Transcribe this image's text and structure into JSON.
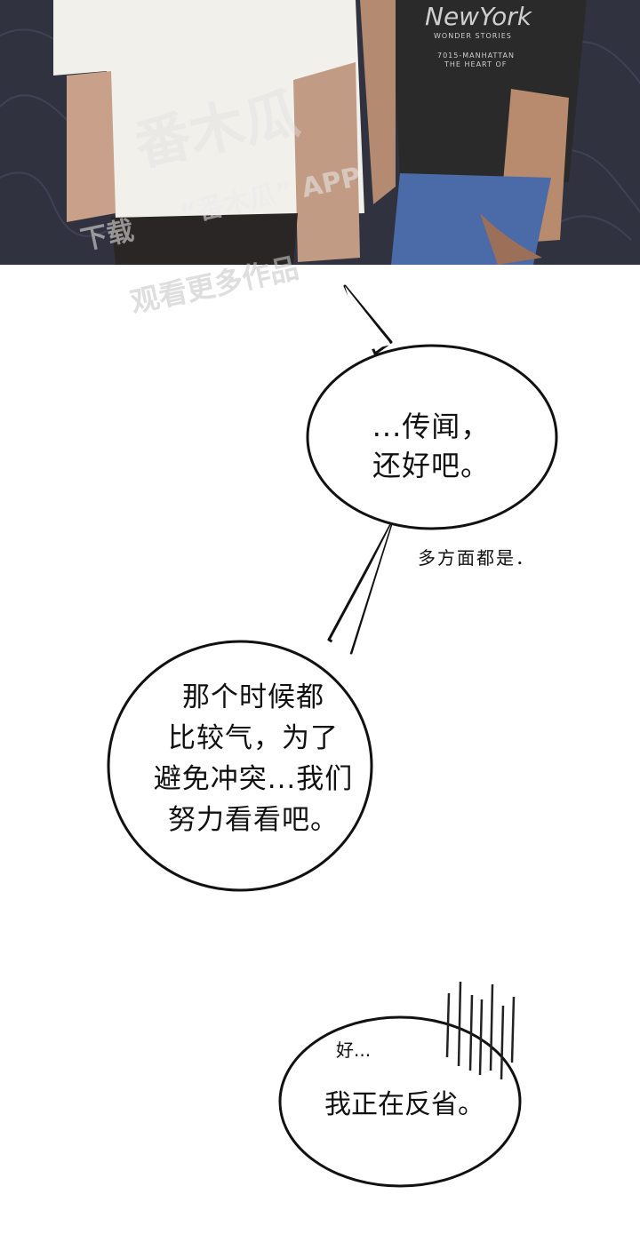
{
  "panel_top": {
    "shirt_brand": "NewYork",
    "shirt_line1": "WONDER   STORIES",
    "shirt_line2": "7015-MANHATTAN",
    "shirt_line3": "THE HEART OF"
  },
  "watermark": {
    "logo": "番木瓜",
    "line1": "“番木瓜” APP",
    "line2": "下载",
    "line3": "观看更多作品"
  },
  "bubbles": {
    "b1": "...传闻，\n还好吧。",
    "floating": "多方面都是．",
    "b2": "那个时候都\n比较气，为了\n避免冲突...我们\n努力看看吧。",
    "b3_small": "好...",
    "b3": "我正在反省。"
  }
}
